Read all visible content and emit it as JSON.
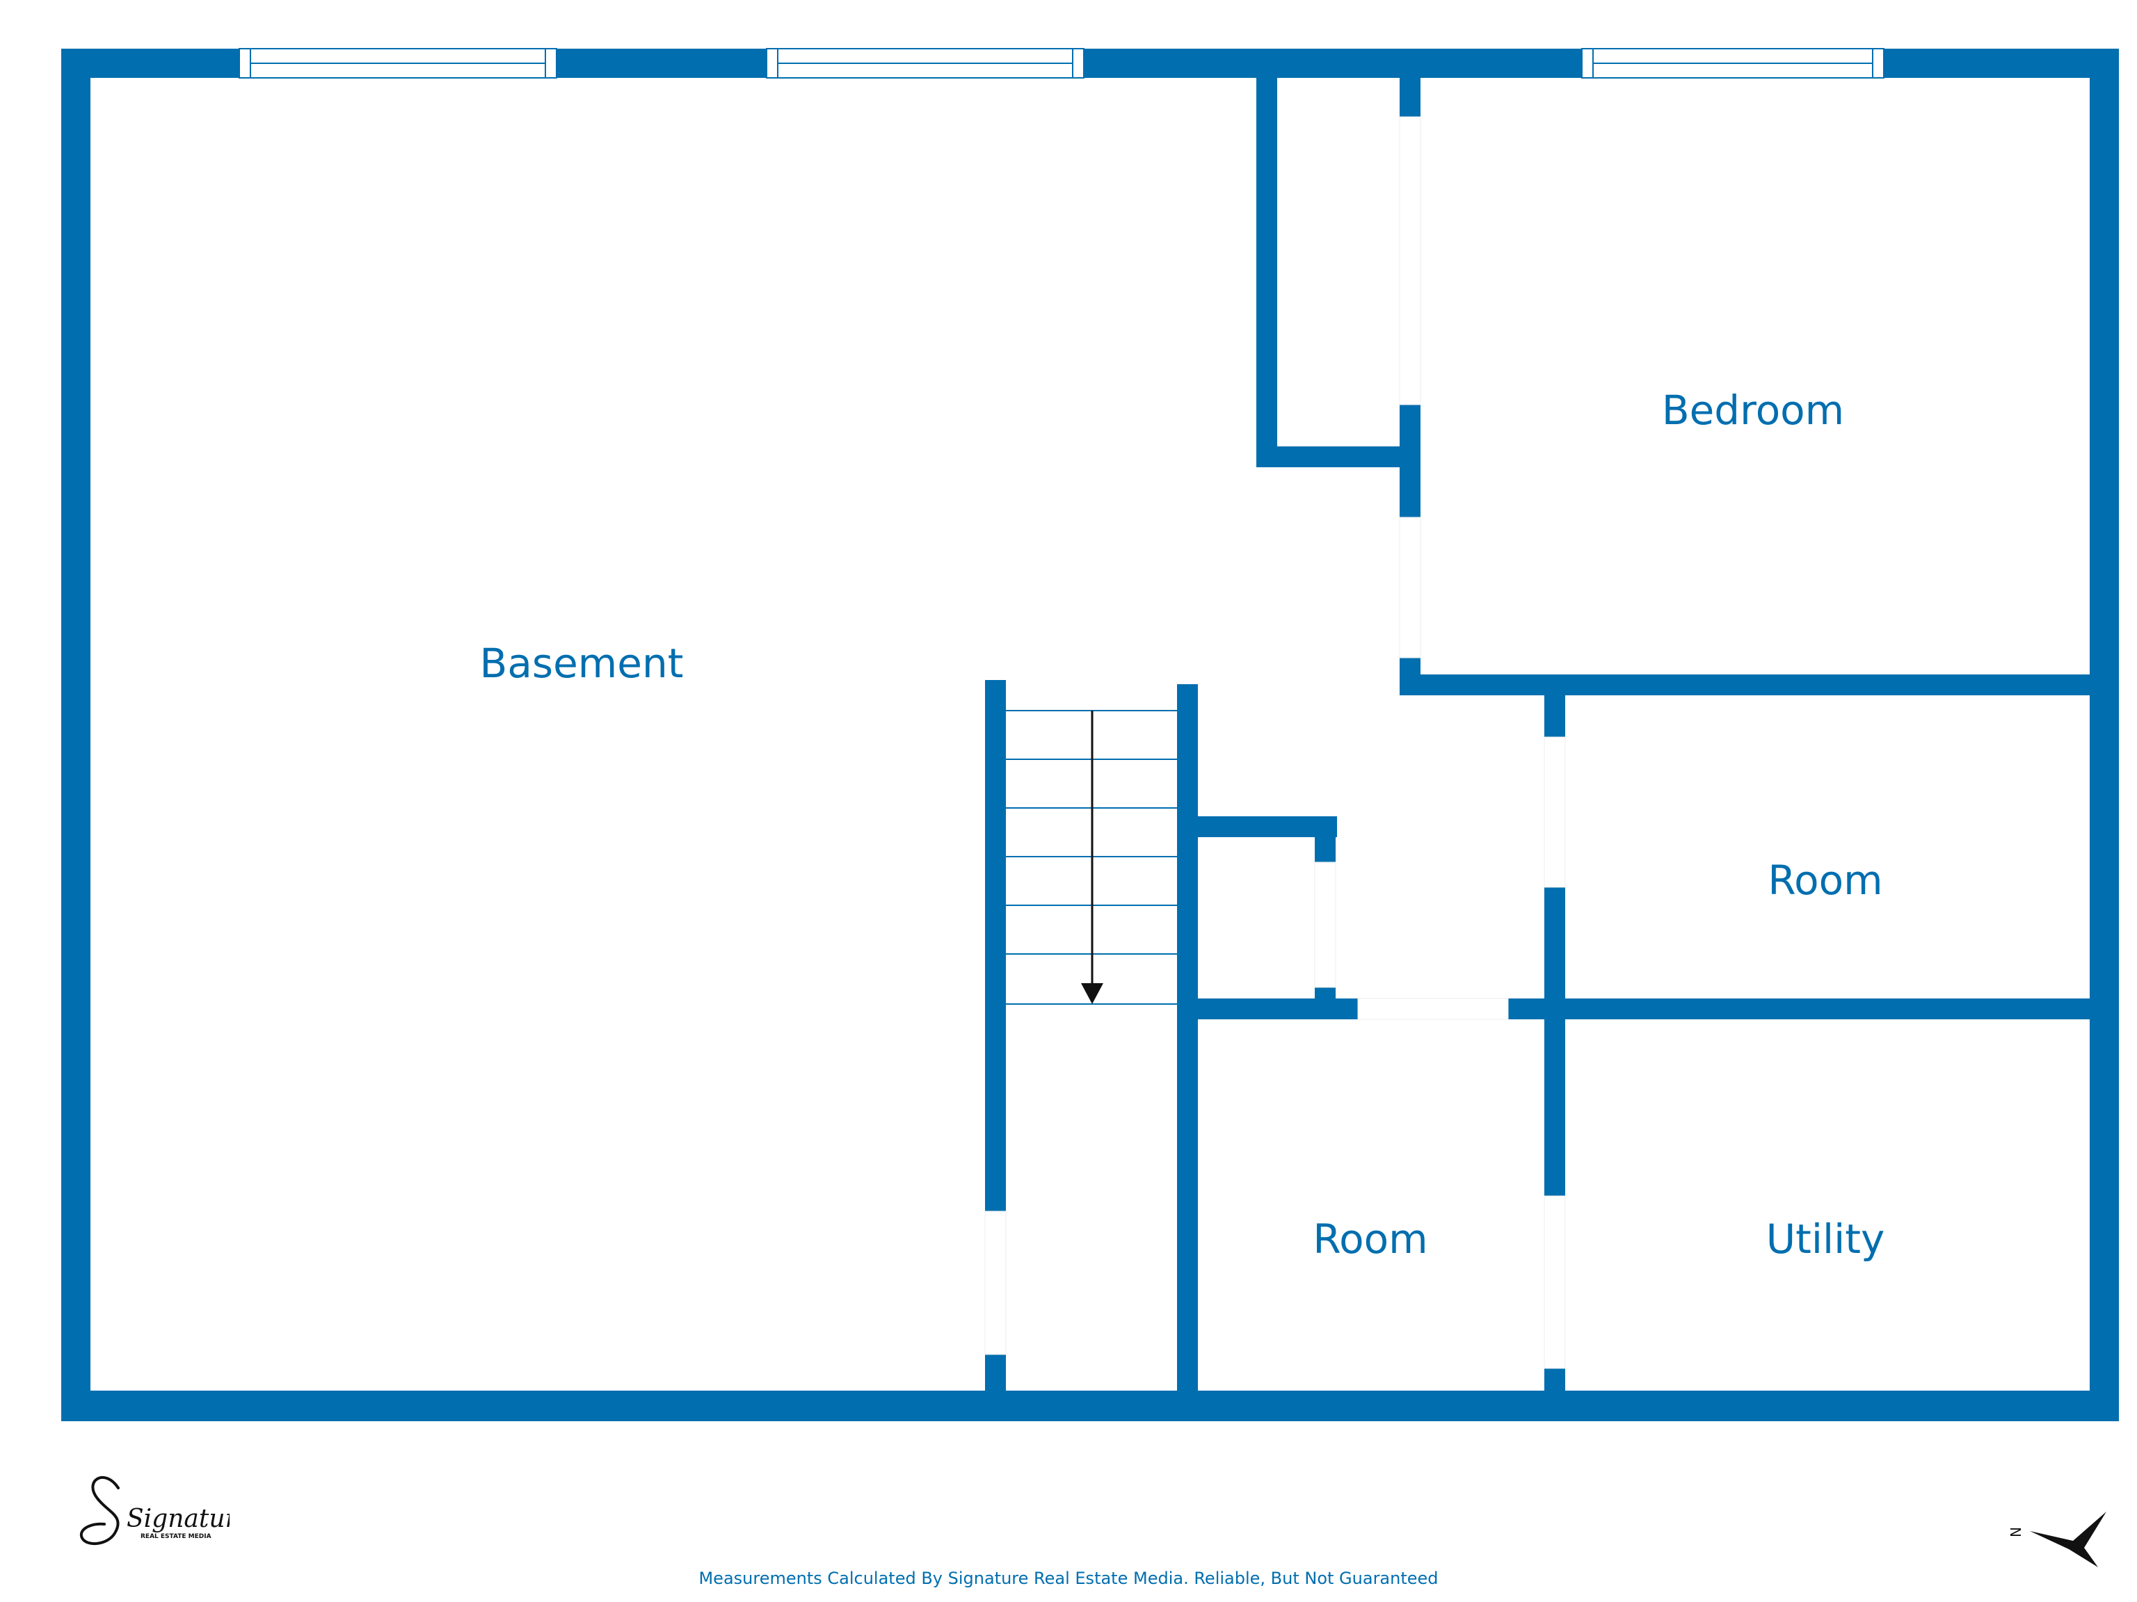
{
  "colors": {
    "wall": "#006eaf",
    "background": "#ffffff",
    "text": "#006eaf",
    "stair_line": "#006eaf",
    "arrow": "#111111"
  },
  "rooms": {
    "basement": "Basement",
    "bedroom": "Bedroom",
    "room_upper": "Room",
    "room_lower": "Room",
    "utility": "Utility"
  },
  "footer": {
    "disclaimer": "Measurements Calculated By Signature Real Estate Media. Reliable, But Not Guaranteed"
  },
  "logo": {
    "brand": "Signature",
    "tagline": "REAL ESTATE MEDIA"
  },
  "compass": {
    "label": "N",
    "icon": "north-arrow-icon"
  }
}
